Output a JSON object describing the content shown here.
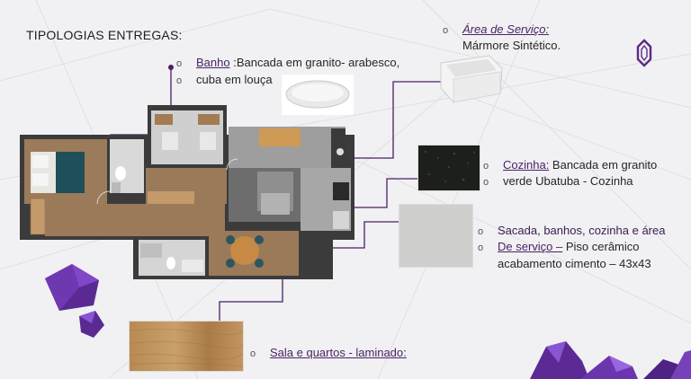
{
  "title": "TIPOLOGIAS ENTREGAS:",
  "banho": {
    "label": "Banho",
    "line1_rest": " :Bancada  em granito- arabesco,",
    "line2": "cuba em louça"
  },
  "area_servico": {
    "label": "Área de Serviço:",
    "line2": "Mármore Sintético."
  },
  "cozinha": {
    "label": "Cozinha:",
    "line1_rest": " Bancada  em granito",
    "line2": "verde Ubatuba - Cozinha"
  },
  "sacada": {
    "line1": "Sacada, banhos, cozinha e área",
    "label": "De serviço –",
    "line2_rest": " Piso cerâmico",
    "line3": "acabamento cimento – 43x43"
  },
  "sala": {
    "label": "Sala e quartos - laminado:"
  },
  "bullet": "o",
  "colors": {
    "accent": "#4b1f66",
    "granite": "#1c1f1a",
    "ceramic": "#cfcfcd",
    "laminate": "#b88a52"
  }
}
